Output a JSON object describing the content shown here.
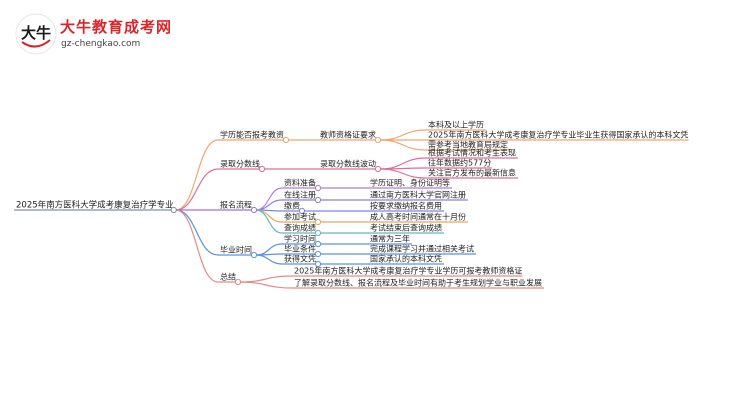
{
  "logo": {
    "glyph": "大牛",
    "title": "大牛教育成考网",
    "url": "gz-chengkao.com"
  },
  "root": "2025年南方医科大学成考康复治疗学专业",
  "branches": [
    {
      "label": "学历能否报考教资",
      "color": "#f2a56f",
      "children": [
        {
          "label": "教师资格证要求",
          "color": "#f2a56f",
          "children": [
            "本科及以上学历",
            "2025年南方医科大学成考康复治疗学专业毕业生获得国家承认的本科文凭",
            "需参考当地教育局规定"
          ]
        }
      ]
    },
    {
      "label": "录取分数线",
      "color": "#e06c98",
      "children": [
        {
          "label": "录取分数线波动",
          "color": "#e06c98",
          "children": [
            "根据考试情况和考生表现",
            "往年数据约577分",
            "关注官方发布的最新信息"
          ]
        }
      ]
    },
    {
      "label": "报名流程",
      "color": "#a070d8",
      "children": [
        {
          "label": "资料准备",
          "color": "#b27cdc",
          "children": [
            "学历证明、身份证明等"
          ]
        },
        {
          "label": "在线注册",
          "color": "#8c7fe0",
          "children": [
            "通过南方医科大学官网注册"
          ]
        },
        {
          "label": "缴费",
          "color": "#7a86e2",
          "children": [
            "按要求缴纳报名费用"
          ]
        },
        {
          "label": "参加考试",
          "color": "#e8a85c",
          "children": [
            "成人高考时间通常在十月份"
          ]
        },
        {
          "label": "查询成绩",
          "color": "#5fb7c8",
          "children": [
            "考试结束后查询成绩"
          ]
        }
      ]
    },
    {
      "label": "毕业时间",
      "color": "#5a92e0",
      "children": [
        {
          "label": "学习时间",
          "color": "#5a92e0",
          "children": [
            "通常为三年"
          ]
        },
        {
          "label": "毕业条件",
          "color": "#5a92e0",
          "children": [
            "完成课程学习并通过相关考试"
          ]
        },
        {
          "label": "获得文凭",
          "color": "#5a92e0",
          "children": [
            "国家承认的本科文凭"
          ]
        }
      ]
    },
    {
      "label": "总结",
      "color": "#e38a8a",
      "children": [
        "2025年南方医科大学成考康复治疗学专业学历可报考教师资格证",
        "了解录取分数线、报名流程及毕业时间有助于考生规划学业与职业发展"
      ]
    }
  ]
}
